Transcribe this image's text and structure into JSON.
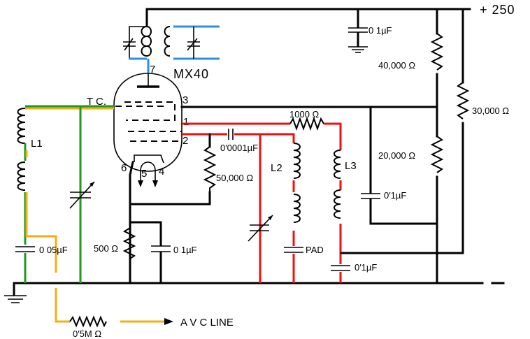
{
  "diagram": {
    "title": "MX40 frequency changer circuit",
    "tube": {
      "label": "MX40",
      "pins": [
        "7",
        "3",
        "1",
        "2",
        "6",
        "5",
        "4"
      ],
      "top_cap": "T C."
    },
    "supply": {
      "label": "+ 250",
      "negative": "—"
    },
    "components": {
      "c_decouple_hv": "0 1µF",
      "r_40k": "40,000 Ω",
      "r_30k": "30,000 Ω",
      "r_20k": "20,000 Ω",
      "c_screen": "0′1µF",
      "r_1000": "1000 Ω",
      "c_grid": "0′0001µF",
      "r_50k": "50,000 Ω",
      "l2": "L2",
      "l3": "L3",
      "pad": "PAD",
      "c_l3": "0′1µF",
      "l1": "L1",
      "c_l1": "0 05µF",
      "r_cathode": "500 Ω",
      "c_cathode": "0 1µF",
      "r_avc": "0′5M Ω"
    },
    "avc_label": "A V C LINE",
    "wire_colors": {
      "signal_grid": "#1f9a1f",
      "avc": "#f5ae10",
      "oscillator": "#ee1111",
      "if_output": "#2b8fe0"
    }
  }
}
